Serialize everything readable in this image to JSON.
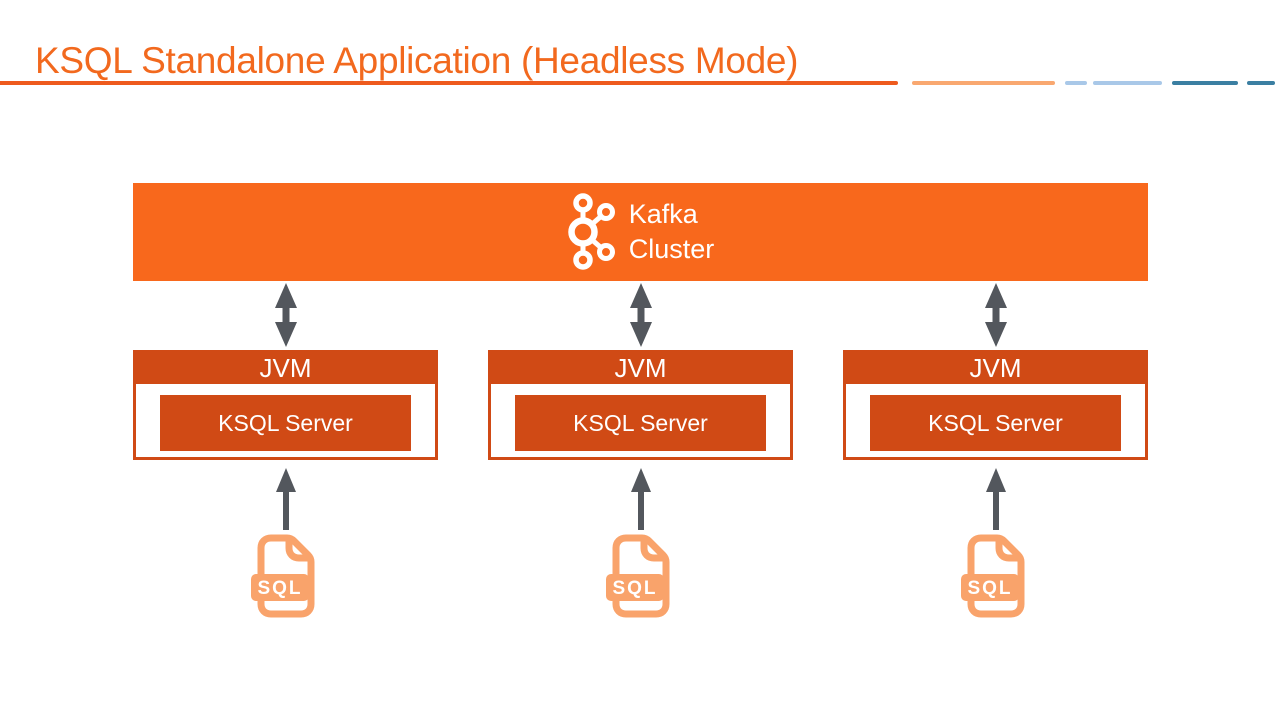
{
  "title": "KSQL Standalone Application (Headless Mode)",
  "colors": {
    "title_orange": "#F2691E",
    "rule_orange": "#EE5A1D",
    "banner_orange": "#F8681C",
    "box_dark_orange": "#D04A15",
    "arrow_grey": "#53575D",
    "file_icon_orange": "#F9A36B",
    "deco_orange_light": "#F9A870",
    "deco_blue_light": "#A9C8E8",
    "deco_blue_teal": "#3B7FA2"
  },
  "kafka_banner": {
    "icon": "kafka-logo",
    "line1": "Kafka",
    "line2": "Cluster"
  },
  "jvm_nodes": [
    {
      "header": "JVM",
      "server": "KSQL Server"
    },
    {
      "header": "JVM",
      "server": "KSQL Server"
    },
    {
      "header": "JVM",
      "server": "KSQL Server"
    }
  ],
  "sql_files": [
    {
      "label": "SQL"
    },
    {
      "label": "SQL"
    },
    {
      "label": "SQL"
    }
  ]
}
